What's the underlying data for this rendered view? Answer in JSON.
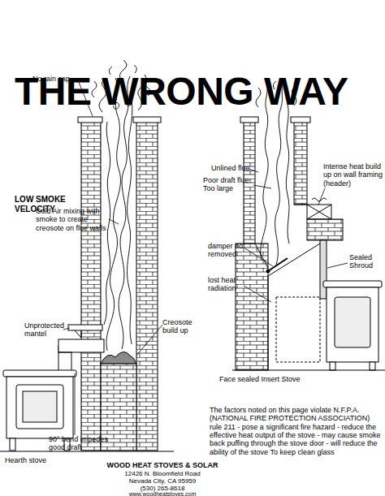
{
  "diagram": {
    "title": "THE WRONG WAY",
    "labels": [
      "No rain cap",
      "LOW SMOKE VELOCITY",
      "Cold Air mixing with smoke to create creosote on flue walls",
      "Unprotected mantel",
      "Creosote build up",
      "90° bend impedes good draft",
      "Hearth stove",
      "Unlined flue",
      "Poor draft flue Too large",
      "Intense heat build up on wall framing (header)",
      "damper not removed",
      "Sealed Shroud",
      "lost heat radiation",
      "Face sealed Insert Stove",
      "The factors noted on this page violate N.F.P.A. (NATIONAL FIRE PROTECTION ASSOCIATION) rule 211 - pose a significant fire hazard - reduce the effective heat output of the stove - may cause smoke back puffing through the stove door - will reduce the ability of the stove To keep clean glass",
      "WOOD HEAT STOVES & SOLAR",
      "12426 N. Bloomfield Road",
      "Nevada City, CA 95959",
      "(530) 265-8618",
      "www.woodheatstoves.com"
    ]
  }
}
